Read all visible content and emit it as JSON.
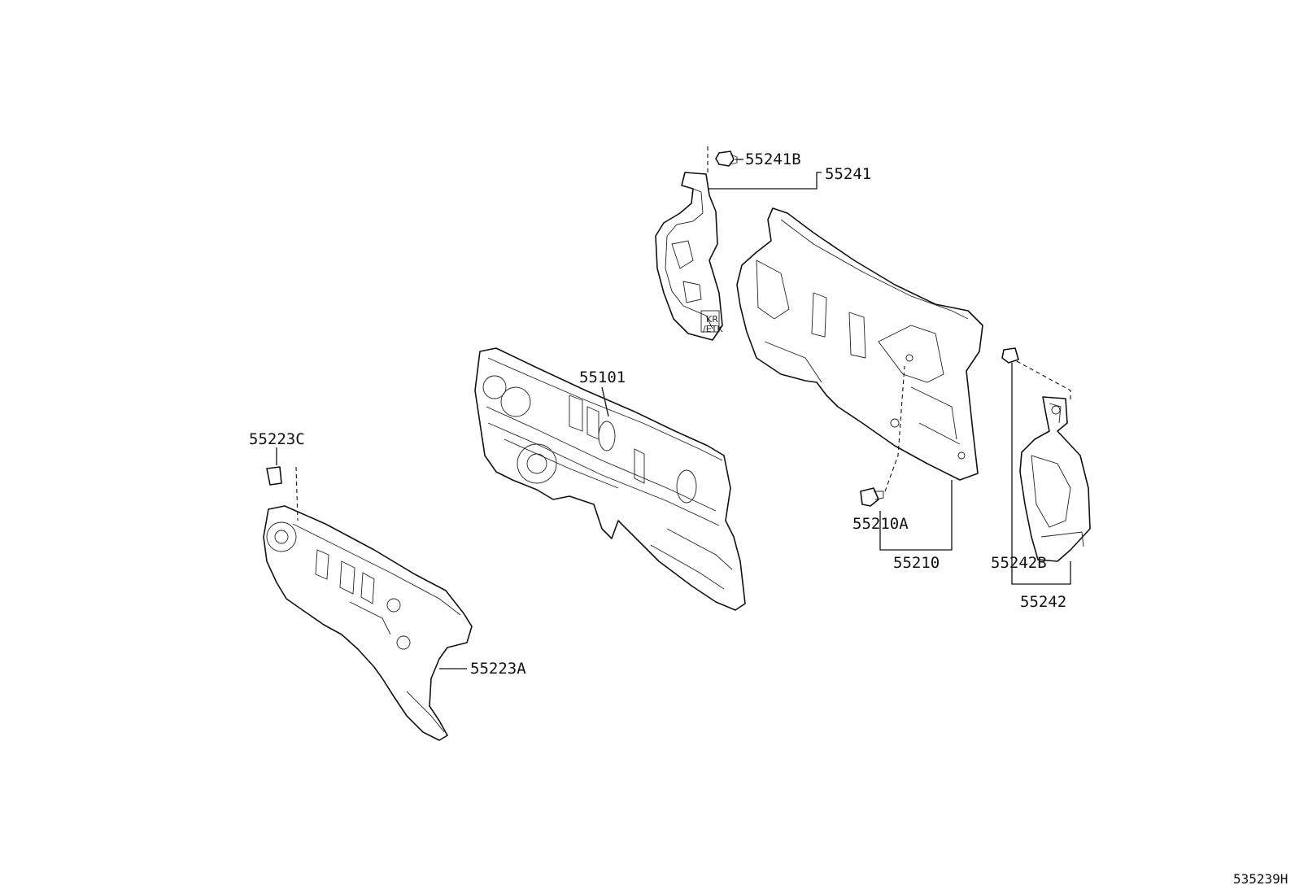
{
  "labels": {
    "l55241B": "55241B",
    "l55241": "55241",
    "l55101": "55101",
    "l55223C": "55223C",
    "l55210A": "55210A",
    "l55210": "55210",
    "l55242B": "55242B",
    "l55242": "55242",
    "l55223A": "55223A"
  },
  "part_markings": {
    "kr": "KR",
    "trim": "/ETK"
  },
  "diagram_code": "535239H"
}
